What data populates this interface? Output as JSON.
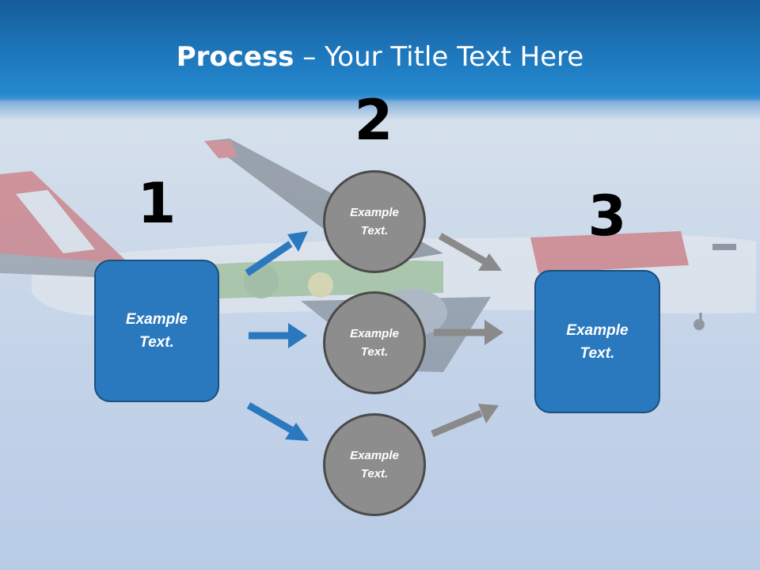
{
  "slide": {
    "title_bold": "Process",
    "title_rest": " – Your Title Text Here",
    "numbers": [
      "1",
      "2",
      "3"
    ],
    "box_left": {
      "line1": "Example",
      "line2": "Text."
    },
    "box_right": {
      "line1": "Example",
      "line2": "Text."
    },
    "circles": [
      {
        "line1": "Example",
        "line2": "Text."
      },
      {
        "line1": "Example",
        "line2": "Text."
      },
      {
        "line1": "Example",
        "line2": "Text."
      }
    ]
  },
  "colors": {
    "title_band": "#1d74b8",
    "box_fill": "#2a78bd",
    "circle_fill": "#8d8d8d",
    "blue_arrow": "#2a78bd",
    "gray_arrow": "#8a8a8a"
  }
}
